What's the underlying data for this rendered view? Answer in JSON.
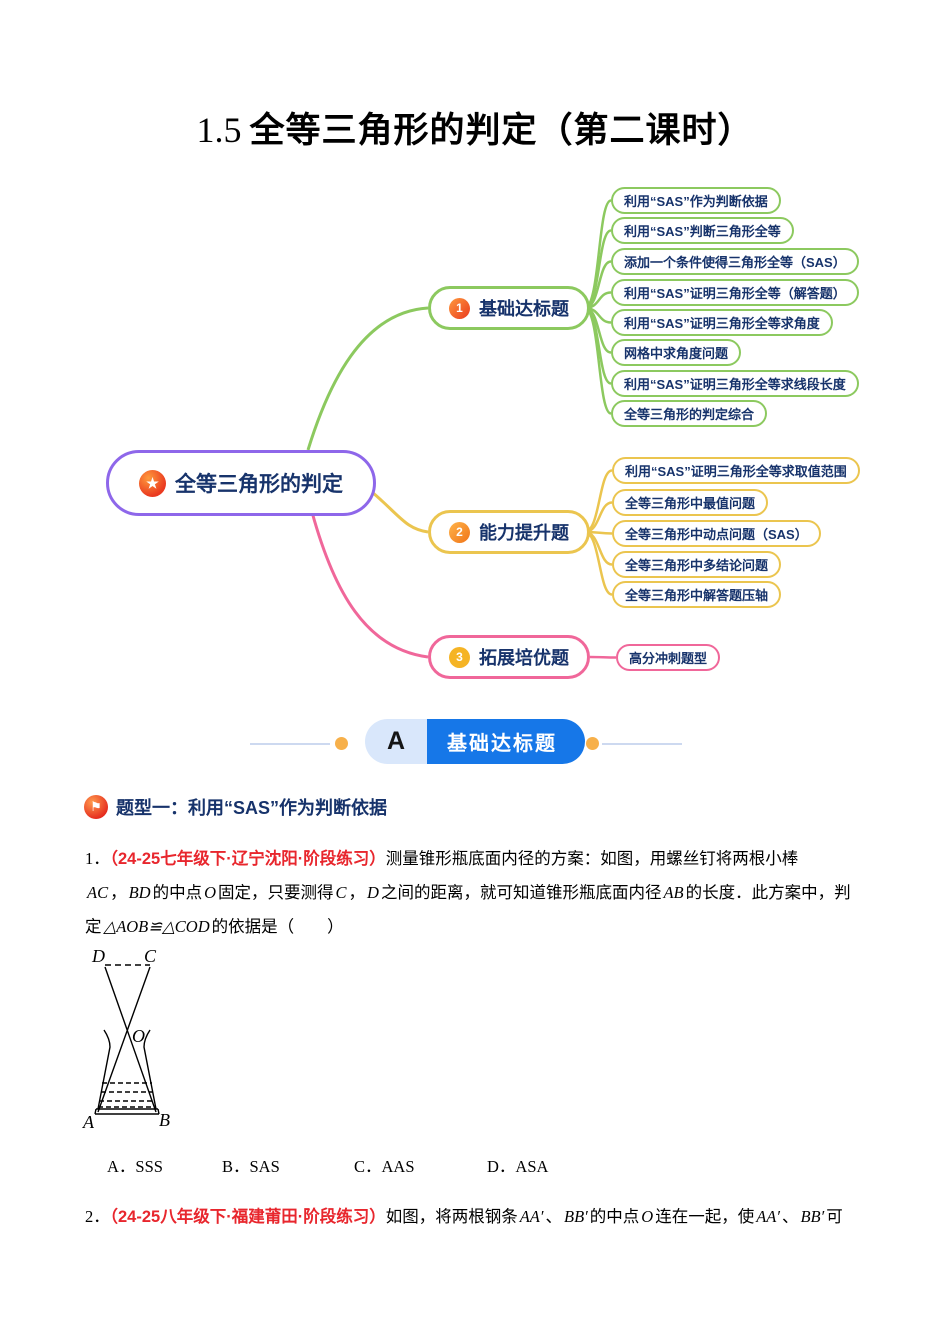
{
  "title": {
    "num": "1.5",
    "text": "全等三角形的判定（第二课时）"
  },
  "icons": {
    "star": "★",
    "flag": "⚑"
  },
  "colors": {
    "purple": "#8E67EA",
    "green": "#8CC95F",
    "yellow": "#EBC54F",
    "pink": "#F0679A",
    "navy_text": "#17336B",
    "badge_blue": "#1677E8",
    "badge_light_blue": "#D9E7FB",
    "dot_orange": "#F7B04A",
    "red_text": "#E8262D"
  },
  "mindmap": {
    "root": {
      "label": "全等三角形的判定"
    },
    "branches": [
      {
        "num": "1",
        "label": "基础达标题",
        "leaves": [
          "利用“SAS”作为判断依据",
          "利用“SAS”判断三角形全等",
          "添加一个条件使得三角形全等（SAS）",
          "利用“SAS”证明三角形全等（解答题）",
          "利用“SAS”证明三角形全等求角度",
          "网格中求角度问题",
          "利用“SAS”证明三角形全等求线段长度",
          "全等三角形的判定综合"
        ]
      },
      {
        "num": "2",
        "label": "能力提升题",
        "leaves": [
          "利用“SAS”证明三角形全等求取值范围",
          "全等三角形中最值问题",
          "全等三角形中动点问题（SAS）",
          "全等三角形中多结论问题",
          "全等三角形中解答题压轴"
        ]
      },
      {
        "num": "3",
        "label": "拓展培优题",
        "leaves": [
          "高分冲刺题型"
        ]
      }
    ]
  },
  "section": {
    "letter": "A",
    "label": "基础达标题"
  },
  "topic1": {
    "title": "题型一：利用“SAS”作为判断依据"
  },
  "questions": [
    {
      "number": "1",
      "lines": [
        [
          {
            "t": "1．",
            "s": "n"
          },
          {
            "t": "（24-25七年级下·辽宁沈阳·阶段练习）",
            "s": "red"
          },
          {
            "t": "测量锥形瓶底面内径的方案：如图，用螺丝钉将两根小棒",
            "s": "n"
          }
        ],
        [
          {
            "t": "AC",
            "s": "m"
          },
          {
            "t": "，",
            "s": "n"
          },
          {
            "t": "BD",
            "s": "m"
          },
          {
            "t": "的中点",
            "s": "n"
          },
          {
            "t": "O",
            "s": "m"
          },
          {
            "t": "固定，只要测得",
            "s": "n"
          },
          {
            "t": "C",
            "s": "m"
          },
          {
            "t": "，",
            "s": "n"
          },
          {
            "t": "D",
            "s": "m"
          },
          {
            "t": "之间的距离，就可知道锥形瓶底面内径",
            "s": "n"
          },
          {
            "t": "AB",
            "s": "m"
          },
          {
            "t": "的长度．此方案中，判",
            "s": "n"
          }
        ],
        [
          {
            "t": "定",
            "s": "n"
          },
          {
            "t": "△AOB≌△COD",
            "s": "m"
          },
          {
            "t": "的依据是（　　）",
            "s": "n"
          }
        ]
      ],
      "figure_labels": [
        "D",
        "C",
        "O",
        "A",
        "B"
      ],
      "options": [
        "A．SSS",
        "B．SAS",
        "C．AAS",
        "D．ASA"
      ]
    },
    {
      "number": "2",
      "lines": [
        [
          {
            "t": "2．",
            "s": "n"
          },
          {
            "t": "（24-25八年级下·福建莆田·阶段练习）",
            "s": "red"
          },
          {
            "t": "如图，将两根钢条",
            "s": "n"
          },
          {
            "t": "AA′",
            "s": "m"
          },
          {
            "t": "、",
            "s": "n"
          },
          {
            "t": "BB′",
            "s": "m"
          },
          {
            "t": "的中点",
            "s": "n"
          },
          {
            "t": "O",
            "s": "m"
          },
          {
            "t": "连在一起，使",
            "s": "n"
          },
          {
            "t": "AA′",
            "s": "m"
          },
          {
            "t": "、",
            "s": "n"
          },
          {
            "t": "BB′",
            "s": "m"
          },
          {
            "t": "可",
            "s": "n"
          }
        ]
      ]
    }
  ]
}
